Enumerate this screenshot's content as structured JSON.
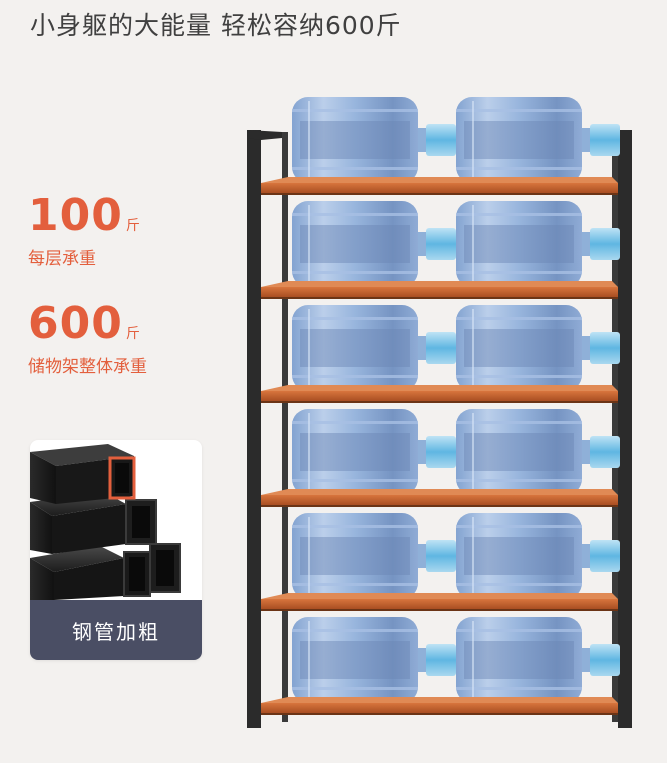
{
  "headline": "小身躯的大能量 轻松容纳600斤",
  "spec_per_layer": {
    "value": "100",
    "unit": "斤",
    "label": "每层承重"
  },
  "spec_total": {
    "value": "600",
    "unit": "斤",
    "label": "储物架整体承重"
  },
  "pipe_feature": {
    "label": "钢管加粗"
  },
  "colors": {
    "accent": "#e35f3d",
    "frame": "#2b2b2b",
    "shelf_board": "#c8632e",
    "label_bg": "#4a4e64",
    "bottle": "#8fb0d8"
  },
  "rack": {
    "shelf_count": 6,
    "bottles_per_shelf": 2
  }
}
